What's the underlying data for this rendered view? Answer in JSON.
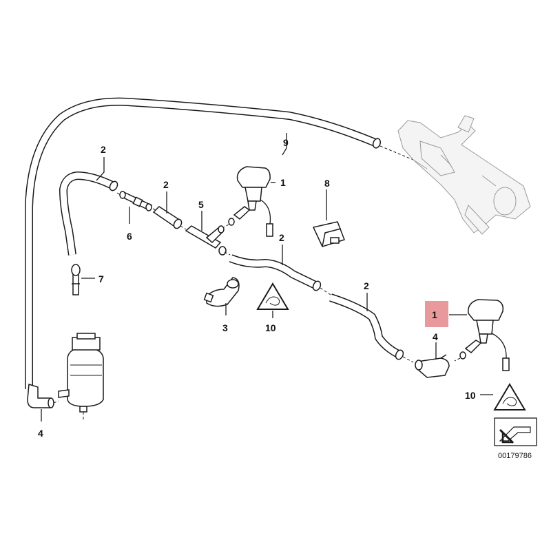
{
  "callouts": {
    "c1a": "1",
    "c1b": "1",
    "c2a": "2",
    "c2b": "2",
    "c2c": "2",
    "c2d": "2",
    "c3": "3",
    "c4a": "4",
    "c4b": "4",
    "c5": "5",
    "c6": "6",
    "c7": "7",
    "c8": "8",
    "c9": "9",
    "c10a": "10",
    "c10b": "10"
  },
  "diagram_code": "00179786",
  "colors": {
    "highlight": "#e8999b",
    "line": "#1a1a1a",
    "ghost": "#9a9a9a"
  }
}
